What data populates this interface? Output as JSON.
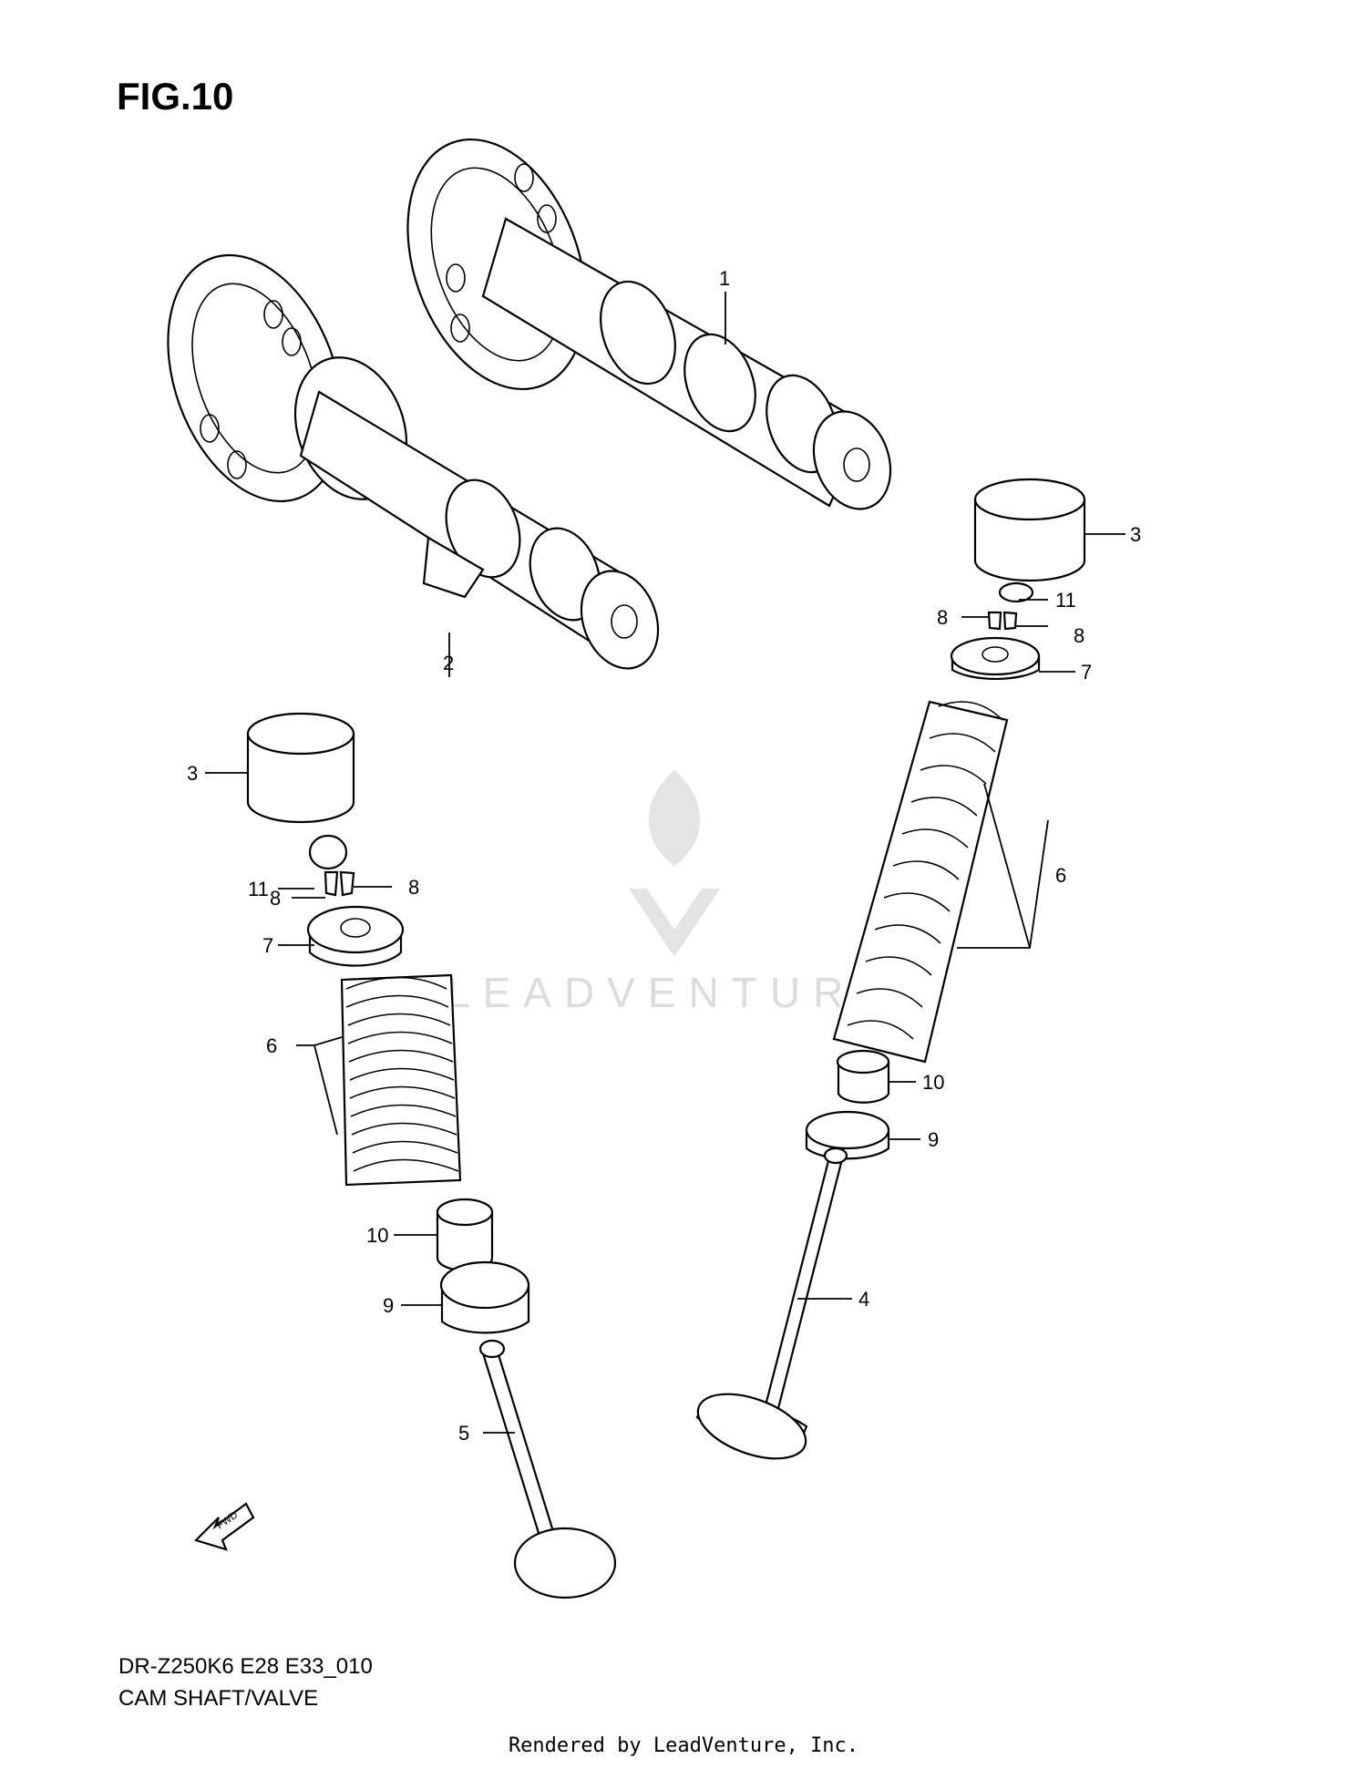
{
  "figure_title": "FIG.10",
  "watermark_text": "LEADVENTURE",
  "fwd_label": "FWD",
  "callouts": {
    "c1": "1",
    "c2": "2",
    "c3_left": "3",
    "c3_right": "3",
    "c4": "4",
    "c5": "5",
    "c6_left": "6",
    "c6_right": "6",
    "c7_left": "7",
    "c7_right": "7",
    "c8_left_a": "8",
    "c8_left_b": "8",
    "c8_right_a": "8",
    "c8_right_b": "8",
    "c9_left": "9",
    "c9_right": "9",
    "c10_left": "10",
    "c10_right": "10",
    "c11_left": "11",
    "c11_right": "11"
  },
  "model_code": "DR-Z250K6 E28 E33_010",
  "caption": "CAM SHAFT/VALVE",
  "render_credit": "Rendered by LeadVenture, Inc.",
  "colors": {
    "line": "#000000",
    "watermark": "#dcdcdc",
    "background": "#ffffff"
  }
}
